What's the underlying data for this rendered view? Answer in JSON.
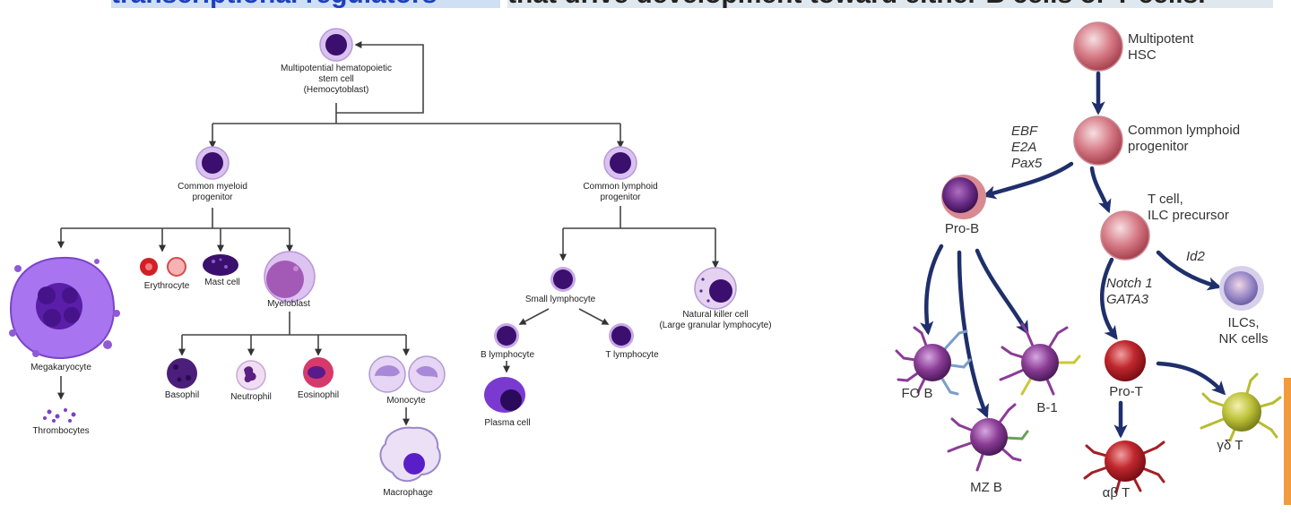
{
  "heading": {
    "part1": "transcriptional regulators",
    "part2": "that drive development toward either B cells or T cells."
  },
  "left_diagram": {
    "stem_cell": [
      "Multipotential hematopoietic",
      "stem cell",
      "(Hemocytoblast)"
    ],
    "common_myeloid": [
      "Common myeloid",
      "progenitor"
    ],
    "common_lymphoid": [
      "Common lymphoid",
      "progenitor"
    ],
    "megakaryocyte": "Megakaryocyte",
    "thrombocytes": "Thrombocytes",
    "erythrocyte": "Erythrocyte",
    "mast_cell": "Mast cell",
    "myeloblast": "Myeloblast",
    "basophil": "Basophil",
    "neutrophil": "Neutrophil",
    "eosinophil": "Eosinophil",
    "monocyte": "Monocyte",
    "macrophage": "Macrophage",
    "small_lymphocyte": "Small lymphocyte",
    "nk_cell": [
      "Natural killer cell",
      "(Large granular lymphocyte)"
    ],
    "b_lymphocyte": "B lymphocyte",
    "t_lymphocyte": "T lymphocyte",
    "plasma_cell": "Plasma cell"
  },
  "right_diagram": {
    "hsc": [
      "Multipotent",
      "HSC"
    ],
    "clp": [
      "Common lymphoid",
      "progenitor"
    ],
    "b_factors": [
      "EBF",
      "E2A",
      "Pax5"
    ],
    "pro_b": "Pro-B",
    "t_ilc": [
      "T cell,",
      "ILC precursor"
    ],
    "id2": "Id2",
    "t_factors": [
      "Notch 1",
      "GATA3"
    ],
    "ilcs": [
      "ILCs,",
      "NK cells"
    ],
    "fo_b": "FO B",
    "b1": "B-1",
    "mz_b": "MZ B",
    "pro_t": "Pro-T",
    "gd_t": "γδ T",
    "ab_t": "αβ T"
  },
  "colors": {
    "nucleus": "#3a0f6e",
    "cytoplasm": "#c9a8e8",
    "arrow": "#1f2f6b",
    "red_cell": "#c23a45",
    "pink_cell": "#d9808a",
    "purple_cell": "#8a3c95",
    "yellow_cell": "#bcc138",
    "accent_bar": "#f29a3c",
    "banner_blue": "#1f3fbf"
  }
}
